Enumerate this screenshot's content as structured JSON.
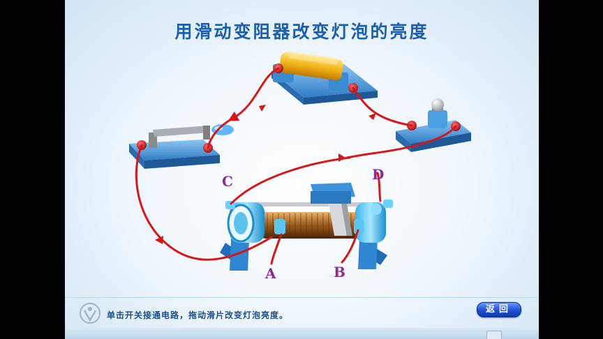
{
  "title": "用滑动变阻器改变灯泡的亮度",
  "labels": {
    "a": "A",
    "b": "B",
    "c": "C",
    "d": "D"
  },
  "instruction": "单击开关接通电路，拖动滑片改变灯泡亮度。",
  "back_button": "返回",
  "colors": {
    "wire": "#d7161a",
    "title": "#1c5fae",
    "label": "#8e2a9b",
    "base": "#3d8fd6"
  }
}
